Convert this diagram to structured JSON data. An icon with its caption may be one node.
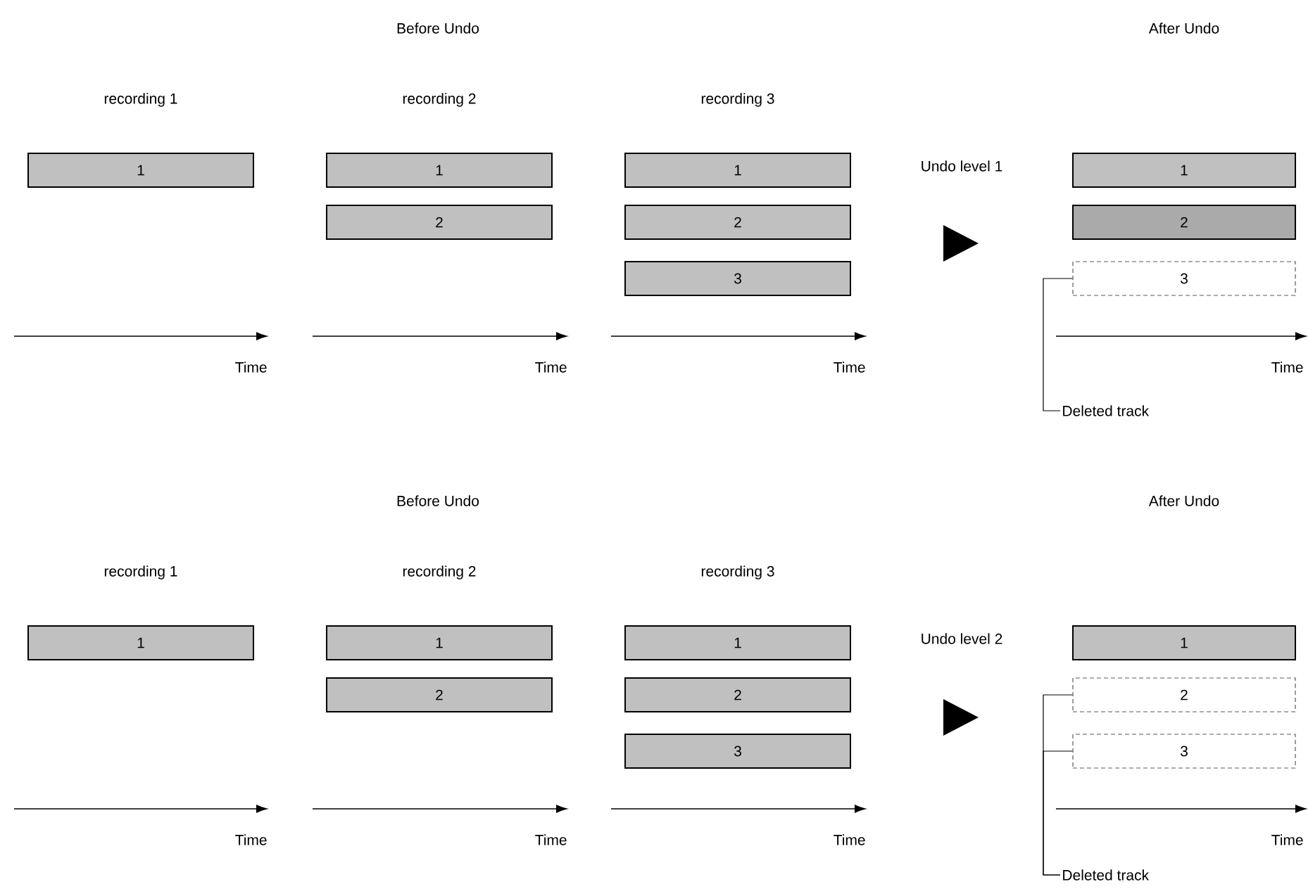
{
  "diagram": {
    "nodes": [
      {
        "text": [
          "1"
        ]
      },
      {
        "text": [
          "1"
        ]
      },
      {
        "text": [
          "2"
        ]
      },
      {
        "text": [
          "1"
        ]
      },
      {
        "text": [
          "2"
        ]
      },
      {
        "text": [
          "3"
        ]
      },
      {
        "text": [
          "1"
        ]
      },
      {
        "text": [
          "2"
        ]
      },
      {
        "text": [
          "3"
        ]
      },
      {
        "text": [
          "Deleted track"
        ]
      },
      {
        "text": [
          "1"
        ]
      },
      {
        "text": [
          "1"
        ]
      },
      {
        "text": [
          "2"
        ]
      },
      {
        "text": [
          "1"
        ]
      },
      {
        "text": [
          "2"
        ]
      },
      {
        "text": [
          "3"
        ]
      },
      {
        "text": [
          "1"
        ]
      },
      {
        "text": [
          "2"
        ]
      },
      {
        "text": [
          "3"
        ]
      },
      {
        "text": [
          "Deleted track"
        ]
      }
    ],
    "edges": [
      {
        "from": 9,
        "to": 8,
        "arrow": "none"
      },
      {
        "from": 19,
        "to": 17,
        "arrow": "none"
      },
      {
        "from": 19,
        "to": 18,
        "arrow": "none"
      }
    ],
    "labels": [
      "Before Undo",
      "After Undo",
      "recording 1",
      "recording 2",
      "recording 3",
      "Undo level 1",
      "Time",
      "Time",
      "Time",
      "Time",
      "Before Undo",
      "After Undo",
      "recording 1",
      "recording 2",
      "recording 3",
      "Undo level 2",
      "Time",
      "Time",
      "Time",
      "Time"
    ]
  }
}
